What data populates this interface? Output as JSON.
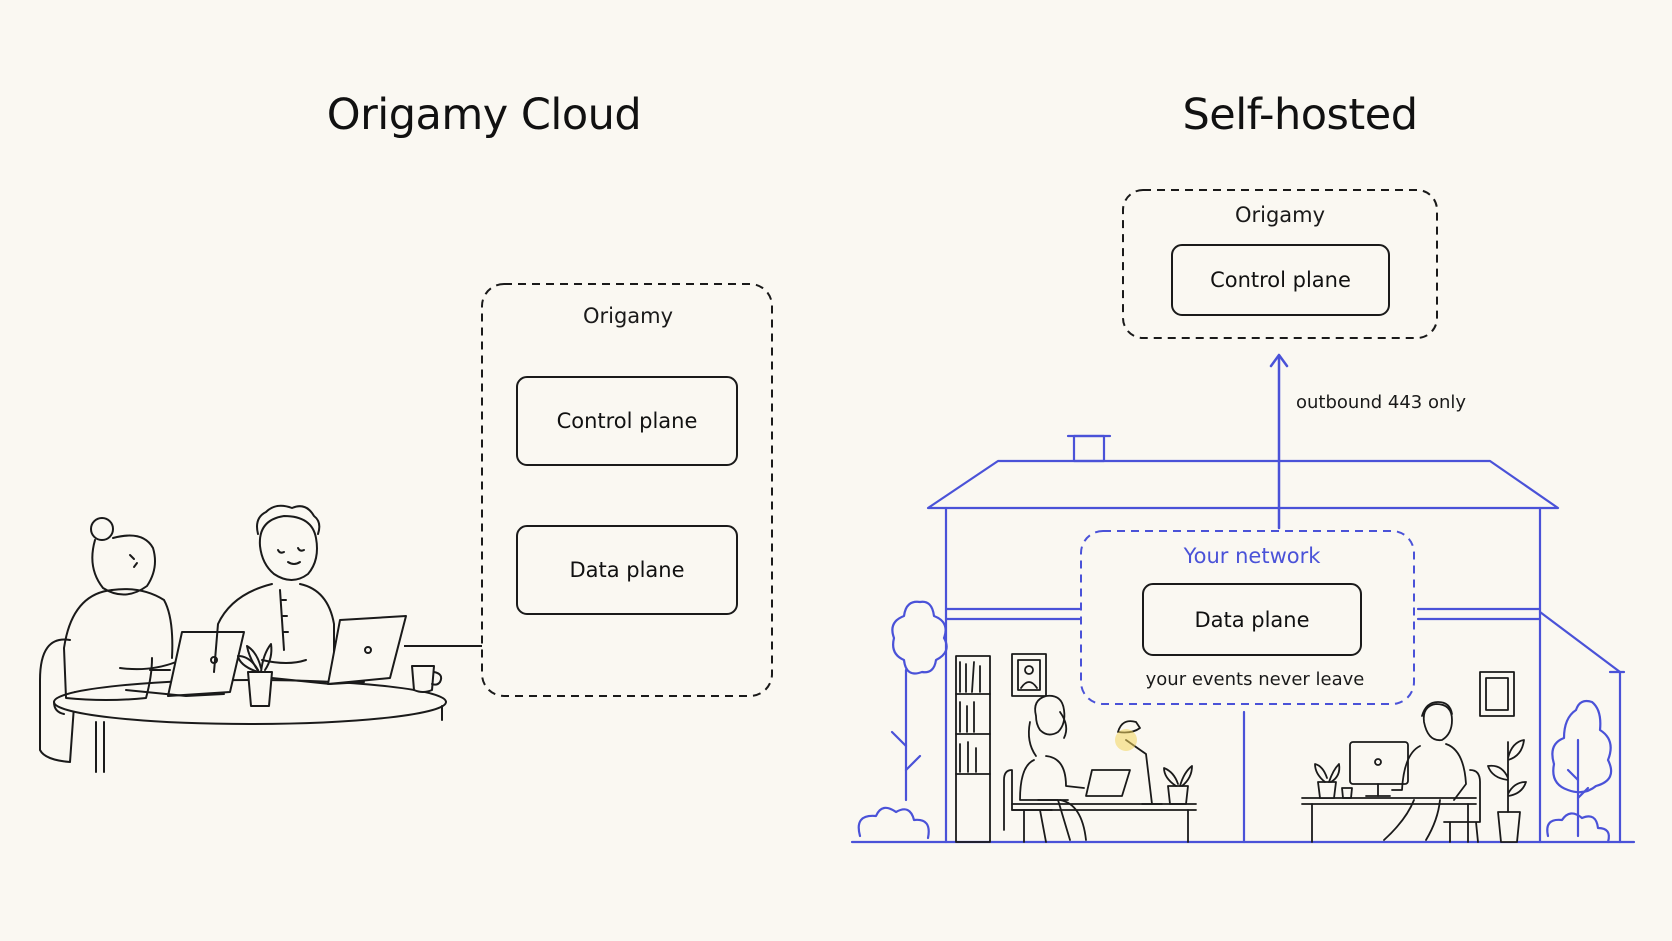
{
  "left_panel": {
    "title": "Origamy Cloud",
    "group_label": "Origamy",
    "control_plane": "Control plane",
    "data_plane": "Data plane"
  },
  "right_panel": {
    "title": "Self-hosted",
    "group_label": "Origamy",
    "control_plane": "Control plane",
    "connection_label": "outbound 443 only",
    "network_label": "Your network",
    "data_plane": "Data plane",
    "network_note": "your events never leave"
  },
  "colors": {
    "background": "#faf8f2",
    "ink": "#1a1a1a",
    "accent_blue": "#4a52d8",
    "lamp_glow": "#f2d55c"
  },
  "icons": {
    "team_illustration": "two-people-at-laptops",
    "house_illustration": "house-with-two-workers"
  }
}
